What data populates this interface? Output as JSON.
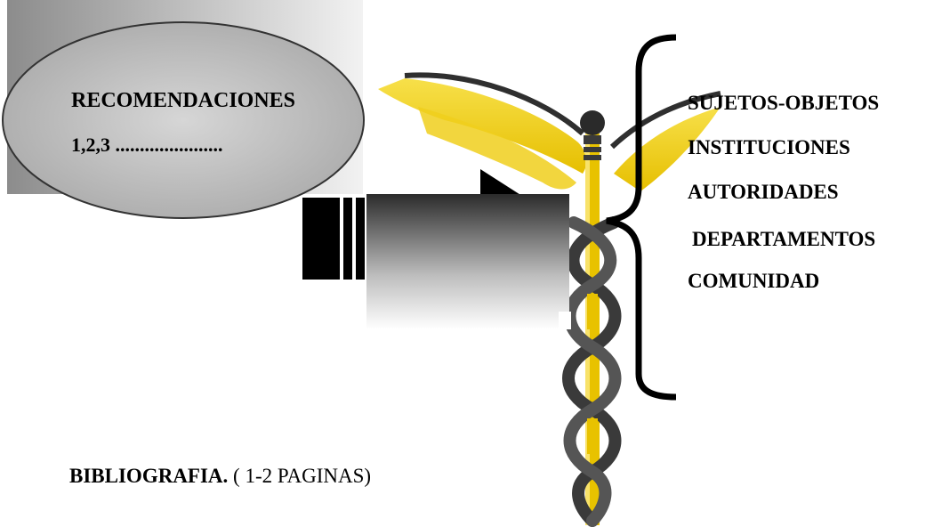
{
  "recommendations": {
    "title": "RECOMENDACIONES",
    "list": "1,2,3 ......................"
  },
  "components": [
    "SUJETOS-OBJETOS",
    "INSTITUCIONES",
    "AUTORIDADES",
    "DEPARTAMENTOS",
    "COMUNIDAD"
  ],
  "bibliography": {
    "label": "BIBLIOGRAFIA.",
    "detail": " ( 1-2 PAGINAS)"
  },
  "colors": {
    "wing": "#f2d21a",
    "staff": "#e8c200",
    "snake": "#3a3a3a",
    "brace": "#000000"
  },
  "icons": [
    "caduceus-icon",
    "brace-icon"
  ]
}
